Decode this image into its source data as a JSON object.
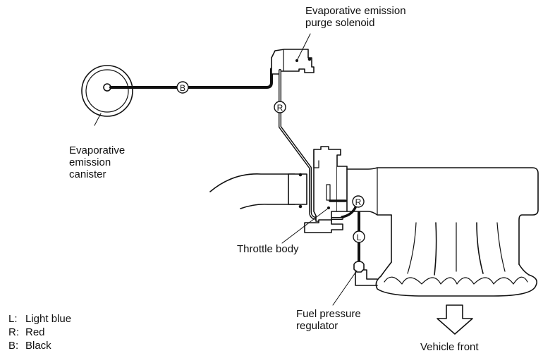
{
  "title": "Evaporative emission system hose routing",
  "components": {
    "purge_solenoid": "Evaporative emission\npurge solenoid",
    "purge_solenoid_line1": "Evaporative emission",
    "purge_solenoid_line2": "purge solenoid",
    "canister_line1": "Evaporative",
    "canister_line2": "emission",
    "canister_line3": "canister",
    "throttle_body": "Throttle body",
    "fuel_reg_line1": "Fuel pressure",
    "fuel_reg_line2": "regulator",
    "vehicle_front": "Vehicle front"
  },
  "hose_tags": {
    "canister_to_solenoid": "B",
    "solenoid_to_throttle": "R",
    "throttle_port": "R",
    "fuel_regulator": "L"
  },
  "legend": [
    {
      "key": "L:",
      "value": "Light blue"
    },
    {
      "key": "R:",
      "value": "Red"
    },
    {
      "key": "B:",
      "value": "Black"
    }
  ],
  "colors": {
    "line": "#111111",
    "background": "#ffffff"
  }
}
